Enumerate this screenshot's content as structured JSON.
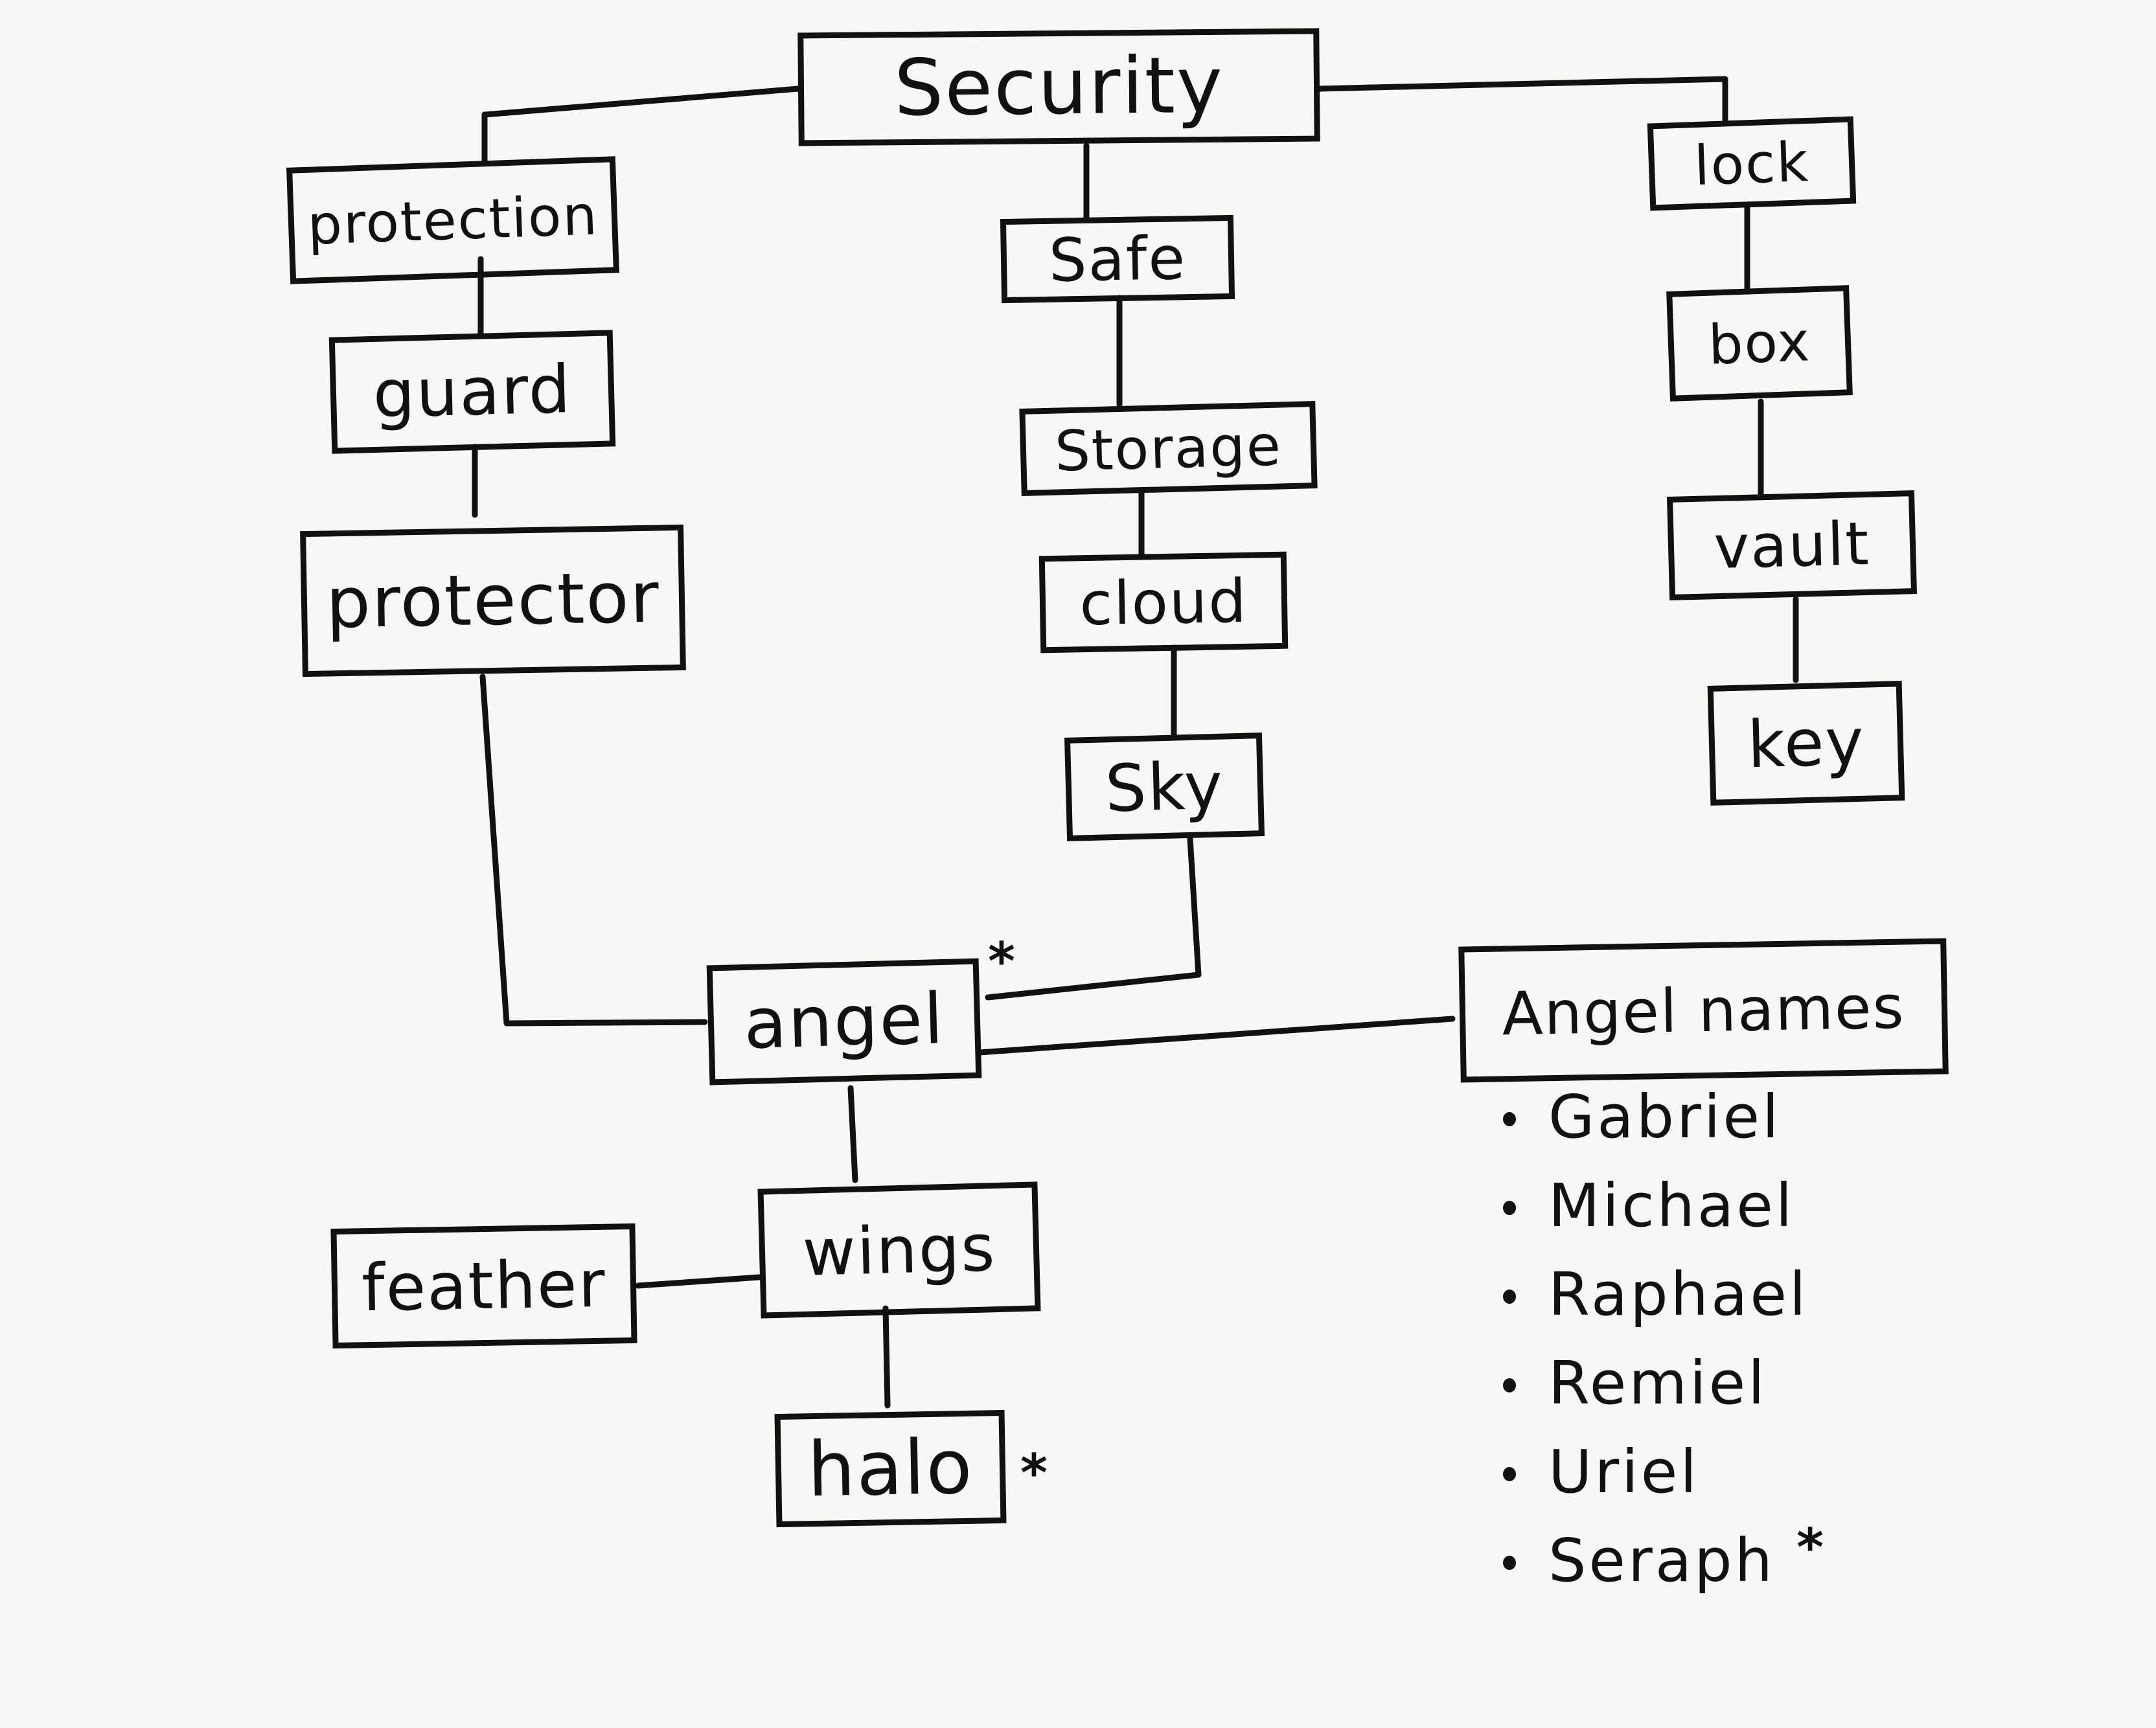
{
  "nodes": {
    "security": "Security",
    "protection": "protection",
    "guard": "guard",
    "protector": "protector",
    "safe": "Safe",
    "storage": "Storage",
    "cloud": "cloud",
    "sky": "Sky",
    "lock": "lock",
    "box": "box",
    "vault": "vault",
    "key": "key",
    "angel": "angel",
    "angel_names": "Angel names",
    "wings": "wings",
    "feather": "feather",
    "halo": "halo"
  },
  "marks": {
    "star": "*"
  },
  "angel_names_list": [
    "Gabriel",
    "Michael",
    "Raphael",
    "Remiel",
    "Uriel",
    "Seraph"
  ]
}
